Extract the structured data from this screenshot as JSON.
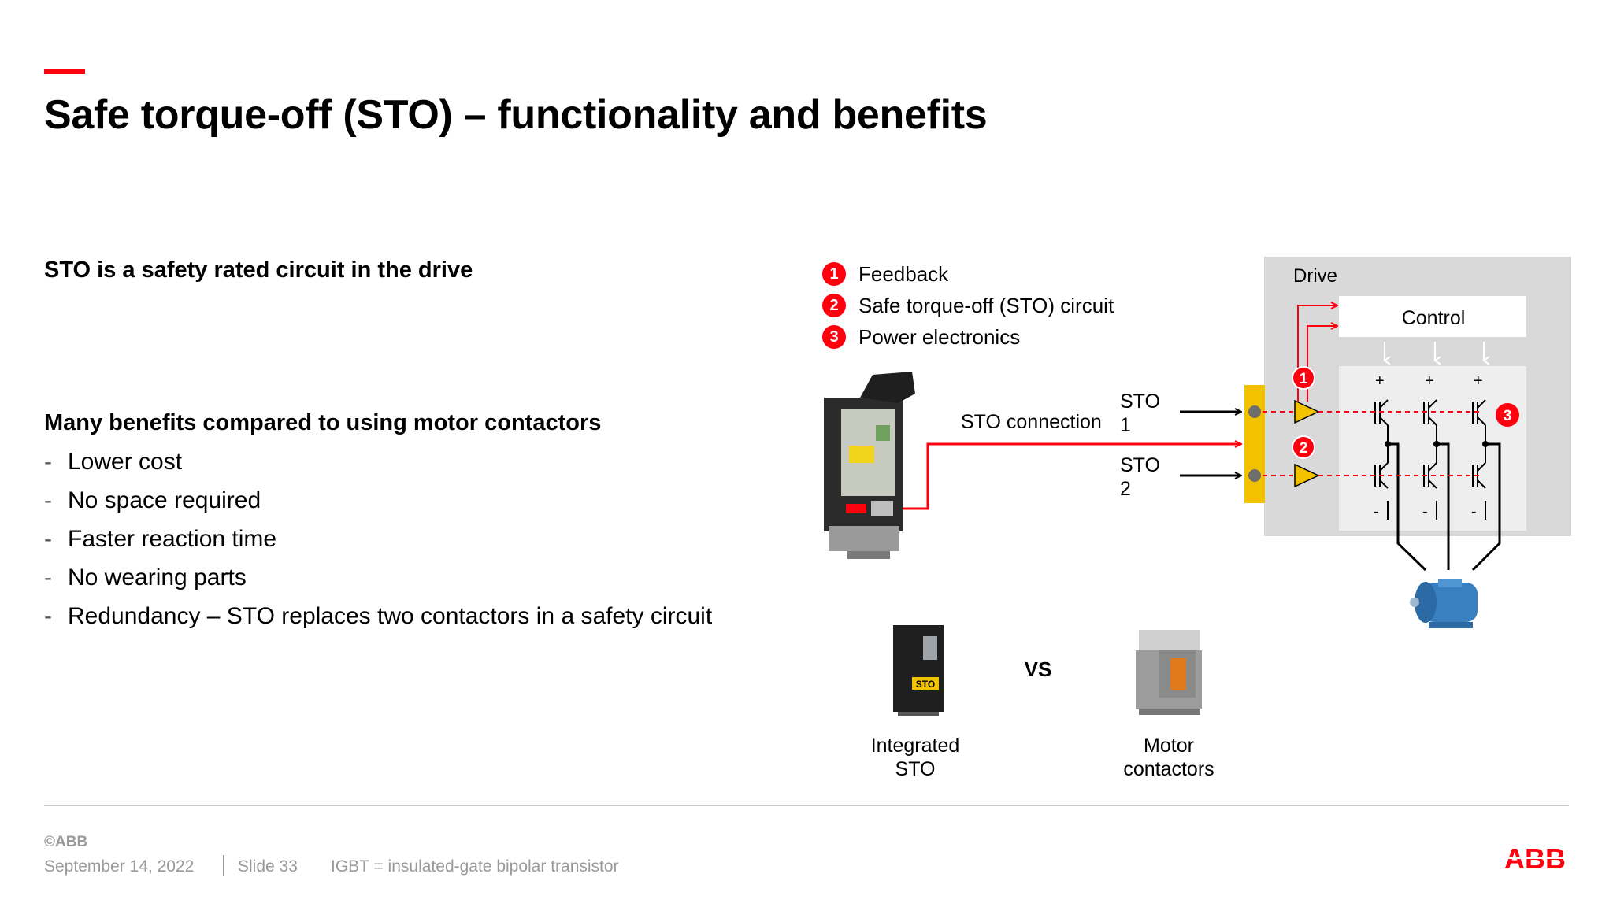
{
  "slide": {
    "title": "Safe torque-off (STO) – functionality and benefits",
    "subheading_1": "STO is a safety rated circuit in the drive",
    "subheading_2": "Many benefits compared to using motor contactors",
    "benefits": [
      "Lower cost",
      "No space required",
      "Faster reaction time",
      "No wearing parts",
      "Redundancy – STO replaces two contactors in a safety circuit"
    ],
    "bullet_char": "-"
  },
  "legend": [
    {
      "num": "1",
      "label": "Feedback"
    },
    {
      "num": "2",
      "label": "Safe torque-off (STO) circuit"
    },
    {
      "num": "3",
      "label": "Power electronics"
    }
  ],
  "diagram": {
    "drive_label": "Drive",
    "control_label": "Control",
    "sto_connection_label": "STO connection",
    "sto1_label": "STO",
    "sto1_num": "1",
    "sto2_label": "STO",
    "sto2_num": "2",
    "badge_1": "1",
    "badge_2": "2",
    "badge_3": "3",
    "plus_sign": "+",
    "minus_sign": "-",
    "sto_tag": "STO",
    "vs_label": "VS",
    "integrated_label_line1": "Integrated",
    "integrated_label_line2": "STO",
    "contactors_label_line1": "Motor",
    "contactors_label_line2": "contactors"
  },
  "footer": {
    "copyright": "©ABB",
    "date": "September 14, 2022",
    "slide_number": "Slide 33",
    "note": "IGBT = insulated-gate bipolar transistor",
    "logo_text": "ABB"
  },
  "colors": {
    "accent_red": "#ff000f",
    "sto_yellow": "#f2c200",
    "drive_gray": "#d9d9d9",
    "motor_blue": "#3a7fc0"
  }
}
